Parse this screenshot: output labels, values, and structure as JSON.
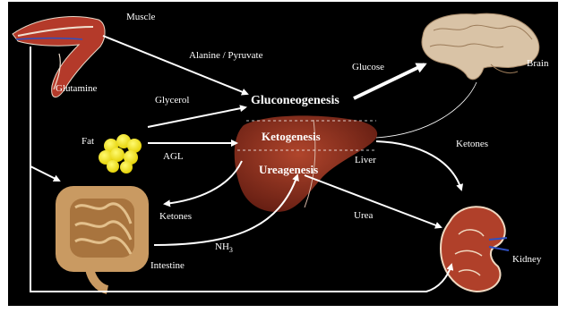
{
  "organs": {
    "muscle": "Muscle",
    "glutamine": "Glutamine",
    "fat": "Fat",
    "intestine": "Intestine",
    "liver": "Liver",
    "brain": "Brain",
    "kidney": "Kidney"
  },
  "processes": {
    "gluconeogenesis": "Gluconeogenesis",
    "ketogenesis": "Ketogenesis",
    "ureagenesis": "Ureagenesis"
  },
  "flows": {
    "alanine_pyruvate": "Alanine  / Pyruvate",
    "glycerol": "Glycerol",
    "agl": "AGL",
    "glucose": "Glucose",
    "ketones_kidney": "Ketones",
    "ketones_intestine": "Ketones",
    "urea": "Urea",
    "nh3_base": "NH",
    "nh3_sub": "3"
  },
  "colors": {
    "background": "#000000",
    "arrows": "#ffffff",
    "liver": "#8b2a1a",
    "fat": "#f2e600",
    "muscle": "#b43a2a",
    "brain": "#d9c3a6",
    "kidney": "#b0402a",
    "intestine": "#c99a62"
  }
}
